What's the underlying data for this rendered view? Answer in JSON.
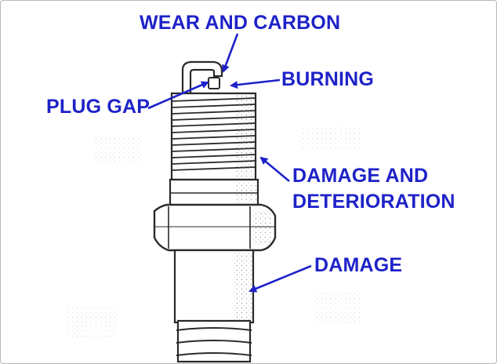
{
  "diagram": {
    "labels": {
      "wear_and_carbon": "WEAR AND CARBON",
      "burning": "BURNING",
      "plug_gap": "PLUG GAP",
      "damage_and_deterioration_line1": "DAMAGE AND",
      "damage_and_deterioration_line2": "DETERIORATION",
      "damage": "DAMAGE"
    },
    "colors": {
      "label": "#1e22c8",
      "ink": "#2a2a2a",
      "frame": "#b8b8b8"
    }
  }
}
